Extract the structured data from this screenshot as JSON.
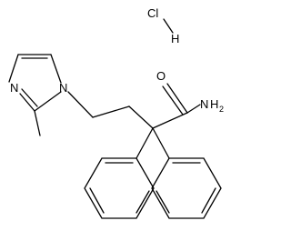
{
  "molecule": {
    "atoms": {
      "cl": "Cl",
      "h": "H",
      "n_imidazole_top": "N",
      "n_imidazole_left": "N",
      "o": "O",
      "n_amide": "N",
      "h_amide": "H",
      "h_amide_count": "2"
    }
  }
}
